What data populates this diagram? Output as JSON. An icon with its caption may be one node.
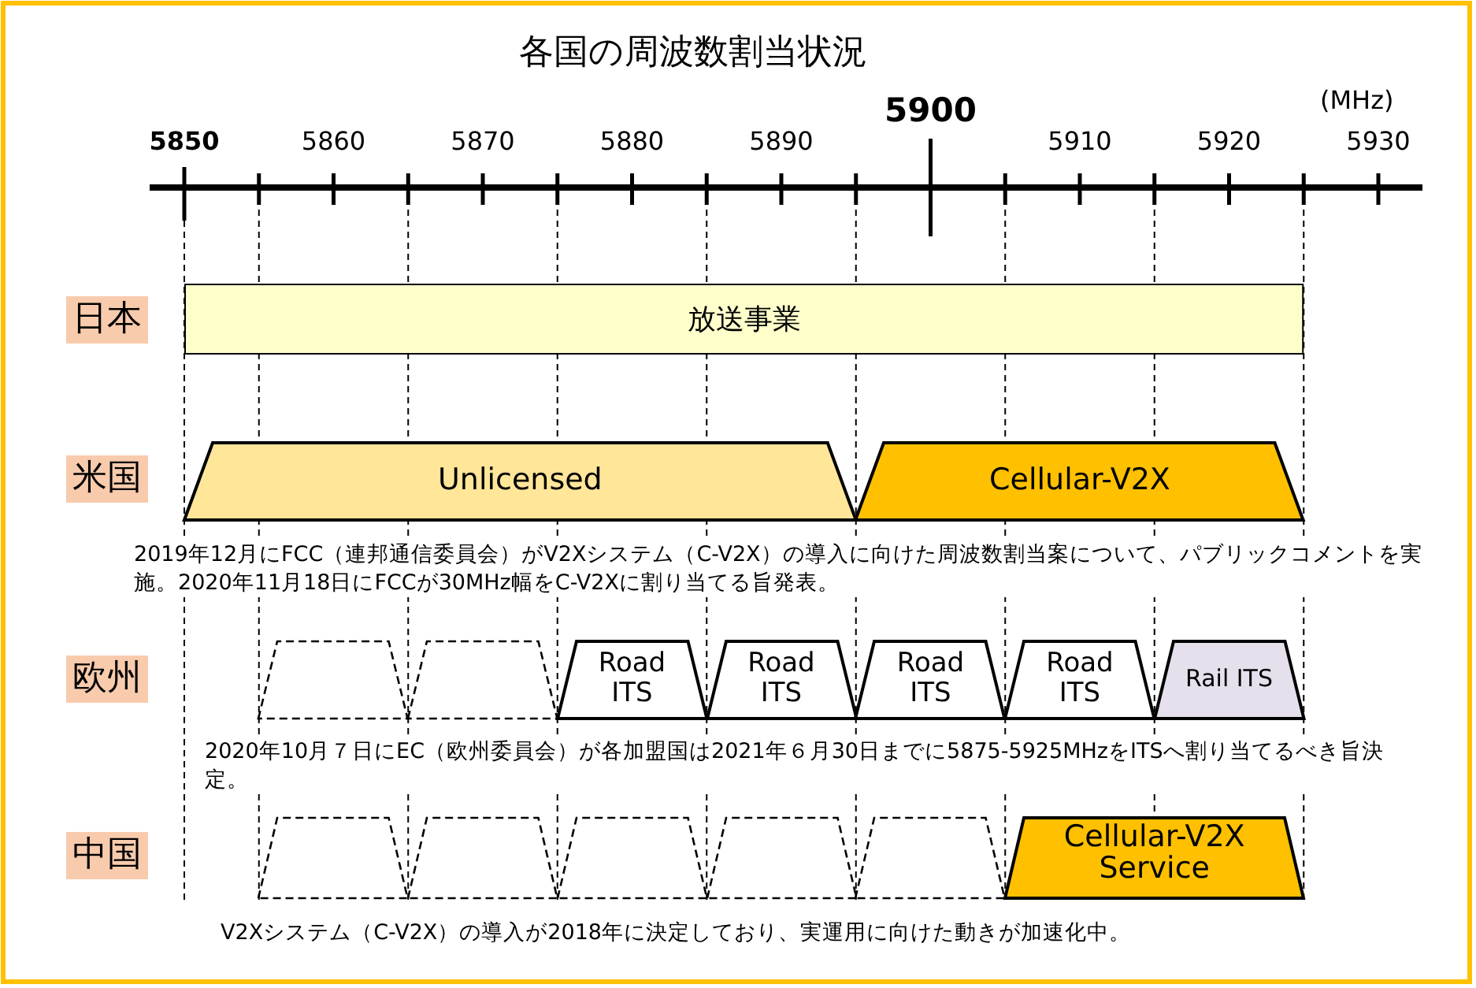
{
  "diagram": {
    "title": "各国の周波数割当状況",
    "nodes": [
      {
        "text": [
          "日本"
        ]
      },
      {
        "text": [
          "放送事業"
        ]
      },
      {
        "text": [
          "米国"
        ]
      },
      {
        "text": [
          "Unlicensed"
        ]
      },
      {
        "text": [
          "Cellular-V2X"
        ]
      },
      {
        "text": [
          "欧州"
        ]
      },
      {
        "text": [],
        "shape": "trapezoid"
      },
      {
        "text": [],
        "shape": "trapezoid"
      },
      {
        "text": [
          "Road ITS"
        ]
      },
      {
        "text": [
          "Road ITS"
        ]
      },
      {
        "text": [
          "Road ITS"
        ]
      },
      {
        "text": [
          "Road ITS"
        ]
      },
      {
        "text": [
          "Rail ITS"
        ]
      },
      {
        "text": [
          "中国"
        ]
      },
      {
        "text": [],
        "shape": "trapezoid"
      },
      {
        "text": [],
        "shape": "trapezoid"
      },
      {
        "text": [],
        "shape": "trapezoid"
      },
      {
        "text": [],
        "shape": "trapezoid"
      },
      {
        "text": [],
        "shape": "trapezoid"
      },
      {
        "text": [
          "Cellular-V2X Service"
        ]
      }
    ],
    "labels": [
      "(MHz)",
      "5850",
      "5860",
      "5870",
      "5880",
      "5890",
      "5900",
      "5910",
      "5920",
      "5930",
      "2019年12月にFCC（連邦通信委員会）がV2Xシステム（C-V2X）の導入に向けた周波数割当案について、パブリックコメントを実施。2020年11月18日にFCCが30MHz幅をC-V2Xに割り当てる旨発表。",
      "2020年10月７日にEC（欧州委員会）が各加盟国は2021年６月30日までに5875-5925MHzをITSへ割り当てるべき旨決定。",
      "V2Xシステム（C-V2X）の導入が2018年に決定しており、実運用に向けた動きが加速化中。"
    ]
  }
}
